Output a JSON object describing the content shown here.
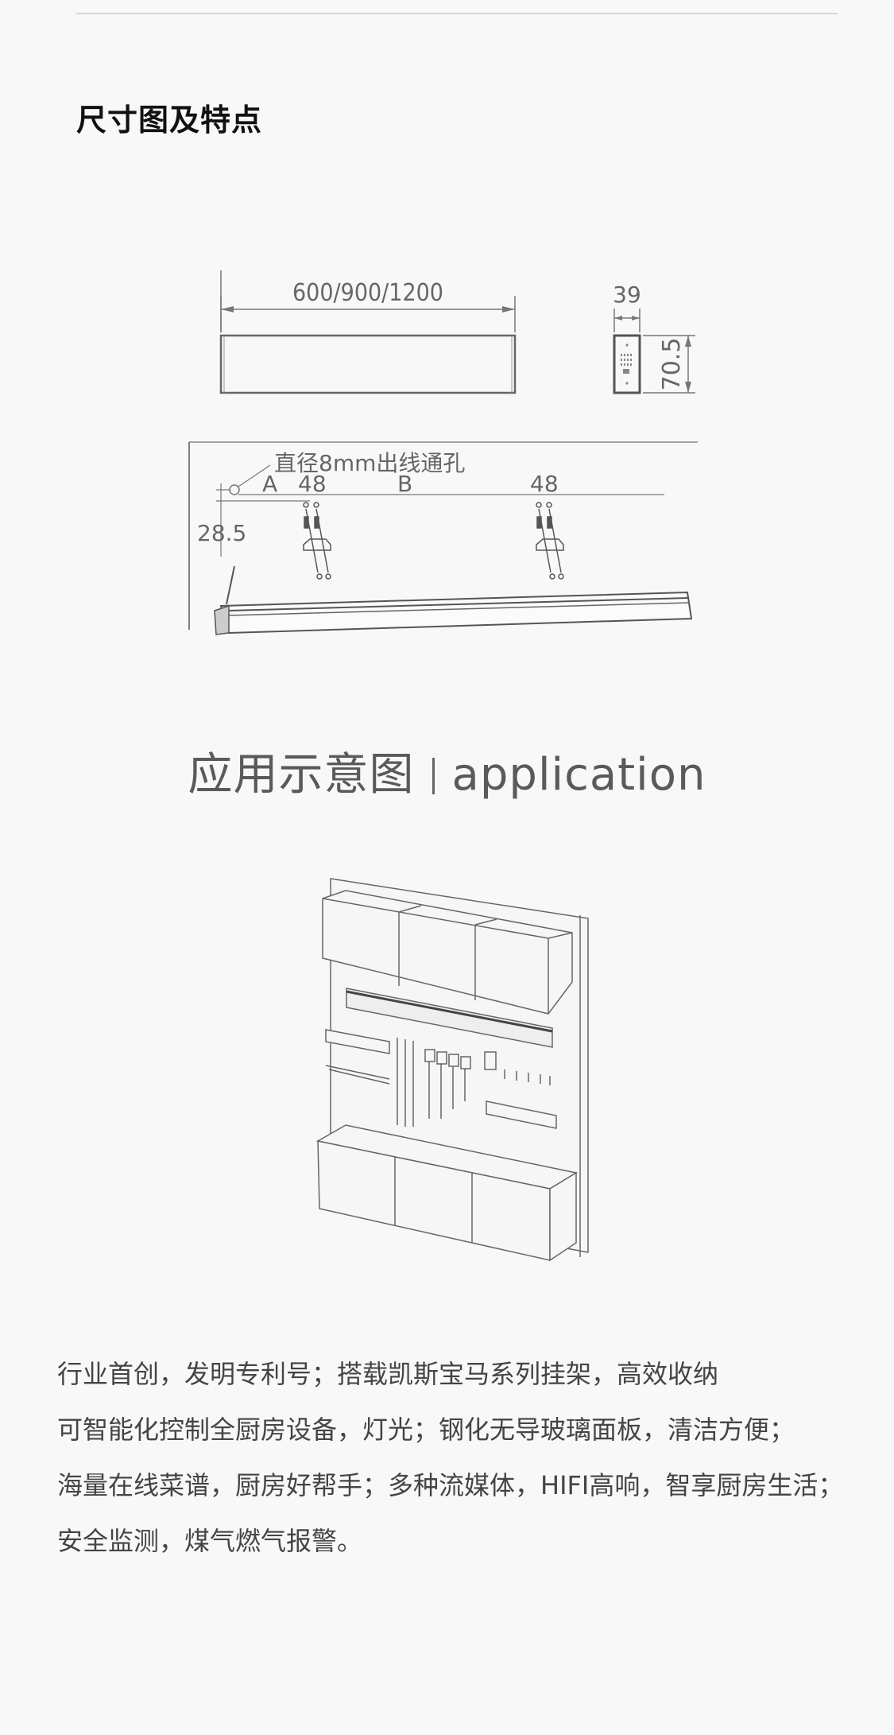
{
  "section_title": "尺寸图及特点",
  "dimensions": {
    "length_label": "600/900/1200",
    "width_label": "39",
    "height_label": "70.5",
    "hole_label": "直径8mm出线通孔",
    "a_label": "A",
    "b_label": "B",
    "spacing_left": "48",
    "spacing_right": "48",
    "offset_label": "28.5"
  },
  "application": {
    "title_cn": "应用示意图",
    "title_en": "application"
  },
  "features": [
    "行业首创，发明专利号；搭载凯斯宝马系列挂架，高效收纳",
    "可智能化控制全厨房设备，灯光；钢化无导玻璃面板，清洁方便；",
    "海量在线菜谱，厨房好帮手；多种流媒体，HIFI高响，智享厨房生活；",
    "安全监测，煤气燃气报警。"
  ],
  "colors": {
    "background": "#f8f8f8",
    "title": "#111111",
    "body_text": "#444444",
    "line_art": "#666666"
  }
}
